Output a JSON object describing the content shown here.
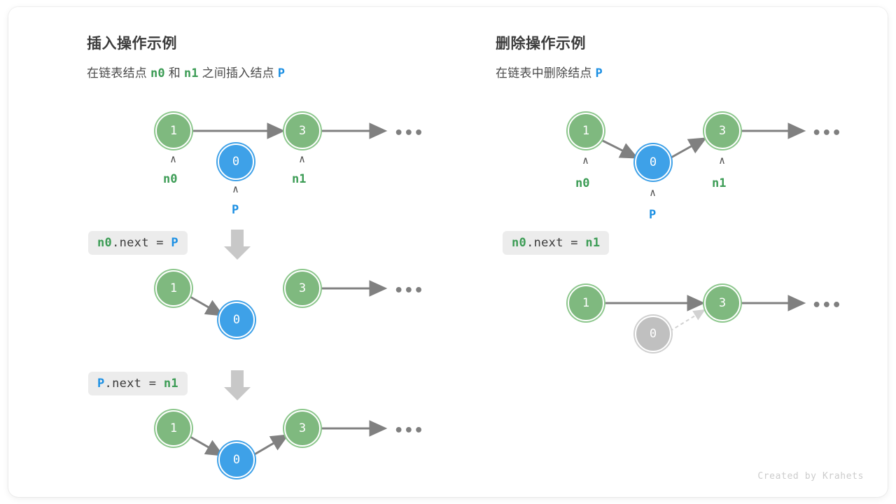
{
  "credit": "Created by Krahets",
  "colors": {
    "node_green_fill": "#7fb97f",
    "node_green_ring": "#8cc78c",
    "node_blue_fill": "#3ea1e8",
    "node_blue_ring": "#3ea1e8",
    "node_gray_fill": "#c0c0c0",
    "node_gray_ring": "#cfcfcf",
    "arrow": "#808080",
    "arrow_dashed": "#d2d2d2",
    "down_arrow": "#c8c8c8",
    "code_bg": "#ececec",
    "label_green": "#3c9c55",
    "label_blue": "#1b8fe3",
    "title": "#3c3c3c"
  },
  "panels": [
    {
      "id": "insert",
      "title": "插入操作示例",
      "subtitle_parts": [
        {
          "text": "在链表结点 ",
          "style": "plain"
        },
        {
          "text": "n0",
          "style": "green-mono"
        },
        {
          "text": " 和 ",
          "style": "plain"
        },
        {
          "text": "n1",
          "style": "green-mono"
        },
        {
          "text": " 之间插入结点 ",
          "style": "plain"
        },
        {
          "text": "P",
          "style": "blue-mono"
        }
      ],
      "rows": [
        {
          "nodes": [
            {
              "value": "1",
              "color": "green",
              "label": "n0",
              "label_color": "green",
              "caret": "∧"
            },
            {
              "value": "0",
              "color": "blue",
              "label": "P",
              "label_color": "blue",
              "caret": "∧"
            },
            {
              "value": "3",
              "color": "green",
              "label": "n1",
              "label_color": "green",
              "caret": "∧"
            }
          ],
          "tail_dots": "•••"
        },
        {
          "code": {
            "parts": [
              {
                "text": "n0",
                "style": "green"
              },
              {
                "text": ".next = ",
                "style": "plain"
              },
              {
                "text": "P",
                "style": "blue"
              }
            ]
          },
          "nodes": [
            {
              "value": "1",
              "color": "green"
            },
            {
              "value": "0",
              "color": "blue"
            },
            {
              "value": "3",
              "color": "green"
            }
          ],
          "tail_dots": "•••"
        },
        {
          "code": {
            "parts": [
              {
                "text": "P",
                "style": "blue"
              },
              {
                "text": ".next = ",
                "style": "plain"
              },
              {
                "text": "n1",
                "style": "green"
              }
            ]
          },
          "nodes": [
            {
              "value": "1",
              "color": "green"
            },
            {
              "value": "0",
              "color": "blue"
            },
            {
              "value": "3",
              "color": "green"
            }
          ],
          "tail_dots": "•••"
        }
      ]
    },
    {
      "id": "delete",
      "title": "删除操作示例",
      "subtitle_parts": [
        {
          "text": "在链表中删除结点 ",
          "style": "plain"
        },
        {
          "text": "P",
          "style": "blue-mono"
        }
      ],
      "rows": [
        {
          "nodes": [
            {
              "value": "1",
              "color": "green",
              "label": "n0",
              "label_color": "green",
              "caret": "∧"
            },
            {
              "value": "0",
              "color": "blue",
              "label": "P",
              "label_color": "blue",
              "caret": "∧"
            },
            {
              "value": "3",
              "color": "green",
              "label": "n1",
              "label_color": "green",
              "caret": "∧"
            }
          ],
          "tail_dots": "•••"
        },
        {
          "code": {
            "parts": [
              {
                "text": "n0",
                "style": "green"
              },
              {
                "text": ".next = ",
                "style": "plain"
              },
              {
                "text": "n1",
                "style": "green"
              }
            ]
          },
          "nodes": [
            {
              "value": "1",
              "color": "green"
            },
            {
              "value": "0",
              "color": "gray"
            },
            {
              "value": "3",
              "color": "green"
            }
          ],
          "tail_dots": "•••"
        }
      ]
    }
  ]
}
